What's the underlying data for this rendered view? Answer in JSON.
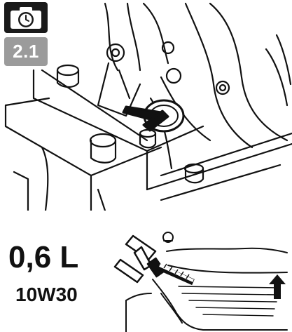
{
  "step": {
    "number": "2.1",
    "badge_icon": "camera-timer-icon"
  },
  "oil_spec": {
    "volume": "0,6 L",
    "grade": "10W30"
  },
  "colors": {
    "badge_dark": "#1a1a1a",
    "badge_gray": "#9b9b9b",
    "line_art": "#111111"
  },
  "icons": [
    "camera-timer-icon",
    "up-arrow-icon"
  ]
}
